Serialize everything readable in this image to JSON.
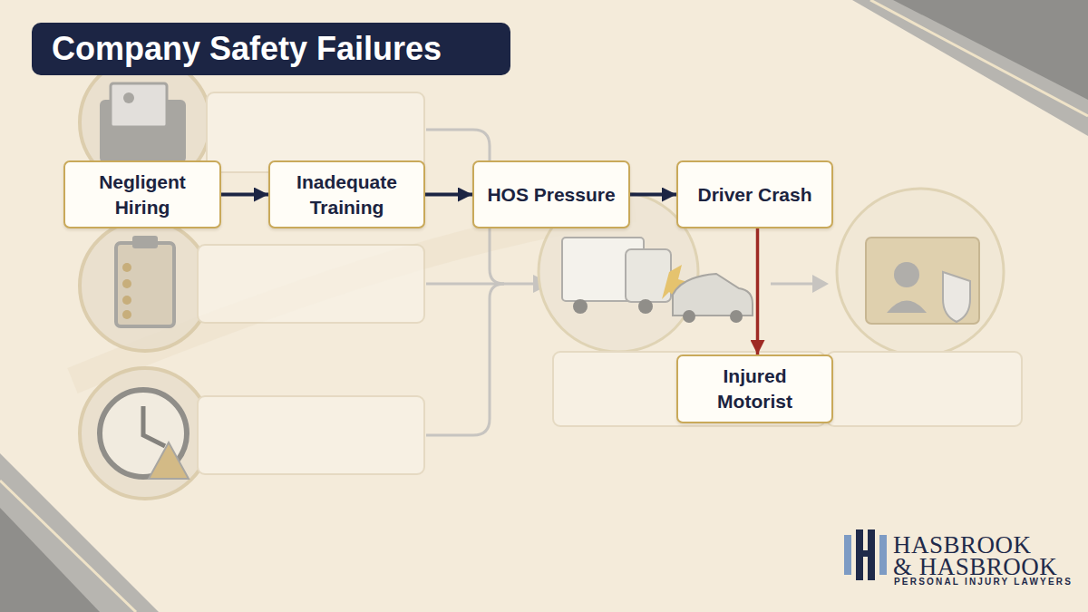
{
  "diagram": {
    "title": "Company Safety Failures",
    "nodes": [
      {
        "text": [
          "Negligent Hiring"
        ]
      },
      {
        "text": [
          "Inadequate Training"
        ]
      },
      {
        "text": [
          "HOS Pressure"
        ]
      },
      {
        "text": [
          "Driver Crash"
        ]
      },
      {
        "text": [
          "Injured Motorist"
        ]
      }
    ],
    "edges": [
      {
        "from": 0,
        "to": 1,
        "arrow": "to"
      },
      {
        "from": 1,
        "to": 2,
        "arrow": "to"
      },
      {
        "from": 2,
        "to": 3,
        "arrow": "to"
      },
      {
        "from": 3,
        "to": 4,
        "arrow": "to"
      }
    ],
    "labels": [
      "HASBROOK",
      "& HASBROOK",
      "PERSONAL INJURY LAWYERS"
    ]
  }
}
